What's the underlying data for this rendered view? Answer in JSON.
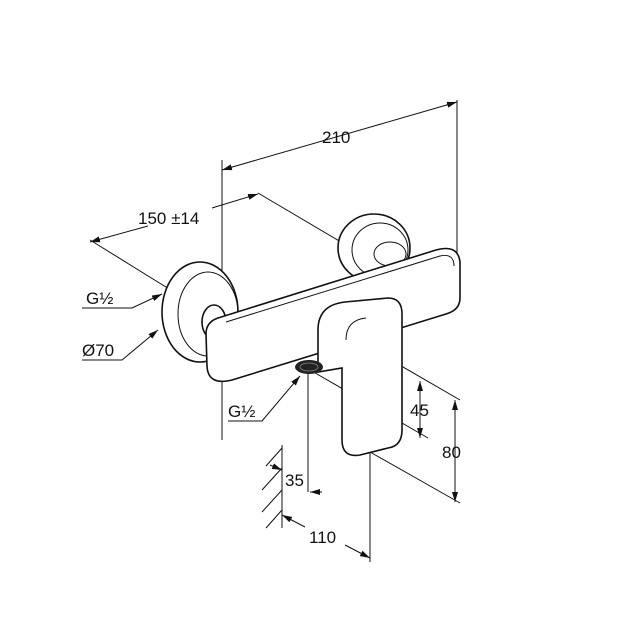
{
  "drawing": {
    "title": "Shower mixer dimension drawing",
    "dimensions": {
      "overall_width": "210",
      "centre_distance": "150 ±14",
      "connection_thread": "G½",
      "rosette_diameter": "Ø70",
      "outlet_thread": "G½",
      "handle_height": "45",
      "body_height": "80",
      "outlet_offset": "35",
      "projection": "110"
    }
  }
}
